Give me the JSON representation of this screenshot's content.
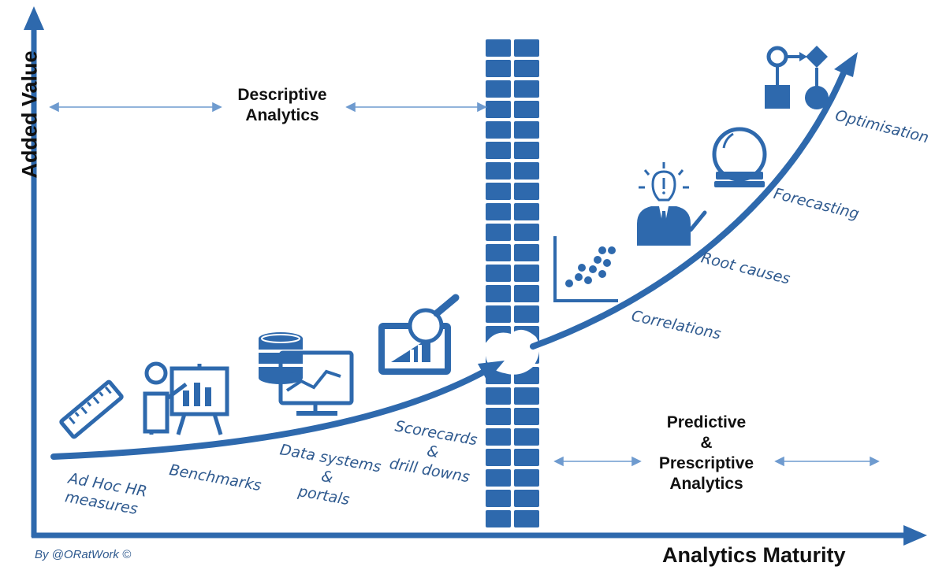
{
  "axes": {
    "y_label": "Added Value",
    "x_label": "Analytics Maturity"
  },
  "headings": {
    "descriptive": [
      "Descriptive",
      "Analytics"
    ],
    "predictive": [
      "Predictive",
      "&",
      "Prescriptive",
      "Analytics"
    ]
  },
  "stages": {
    "ad_hoc": [
      "Ad Hoc HR",
      "measures"
    ],
    "benchmarks": "Benchmarks",
    "data_systems": [
      "Data systems",
      "&",
      "portals"
    ],
    "scorecards": [
      "Scorecards",
      "&",
      "drill downs"
    ],
    "correlations": "Correlations",
    "root_causes": "Root causes",
    "forecasting": "Forecasting",
    "optimisation": "Optimisation"
  },
  "credit": "By @ORatWork ©",
  "icons": [
    "ruler-icon",
    "presenter-icon",
    "database-monitor-icon",
    "magnifier-chart-icon",
    "scatter-plot-icon",
    "idea-person-icon",
    "crystal-ball-icon",
    "flowchart-icon"
  ],
  "colors": {
    "primary": "#2e69ad",
    "text_blue": "#2f5a8f",
    "heading": "#111111"
  }
}
